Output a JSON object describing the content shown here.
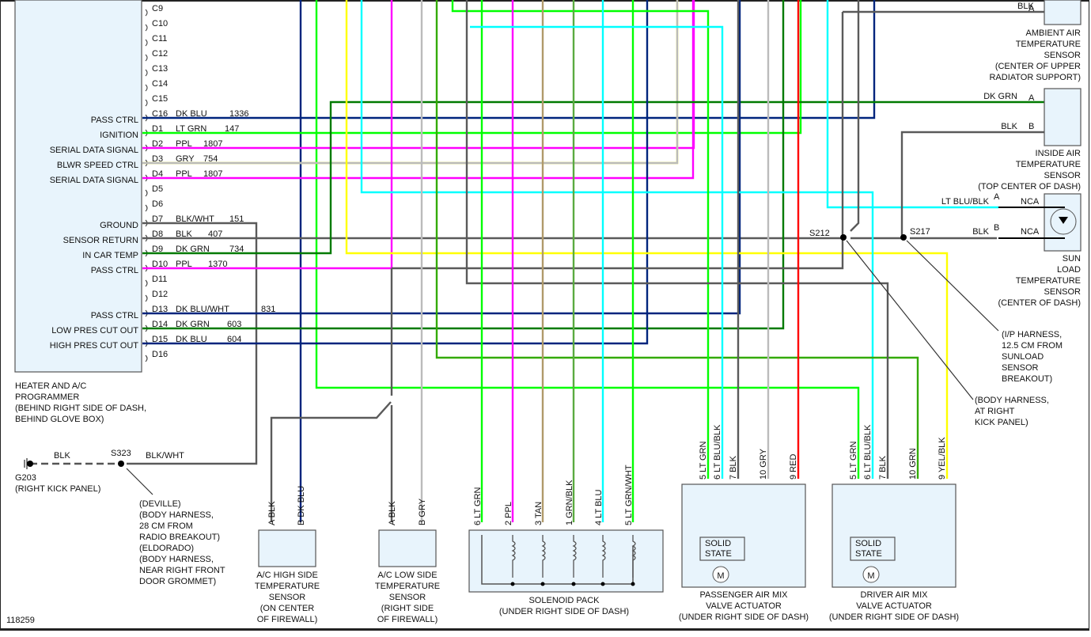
{
  "diagram_id": "118259",
  "programmer": {
    "title_lines": [
      "HEATER AND A/C",
      "PROGRAMMER",
      "(BEHIND RIGHT SIDE OF DASH,",
      "BEHIND GLOVE BOX)"
    ],
    "pins": [
      {
        "pin": "C9",
        "func": "",
        "color": "",
        "circuit": ""
      },
      {
        "pin": "C10",
        "func": "",
        "color": "",
        "circuit": ""
      },
      {
        "pin": "C11",
        "func": "",
        "color": "",
        "circuit": ""
      },
      {
        "pin": "C12",
        "func": "",
        "color": "",
        "circuit": ""
      },
      {
        "pin": "C13",
        "func": "",
        "color": "",
        "circuit": ""
      },
      {
        "pin": "C14",
        "func": "",
        "color": "",
        "circuit": ""
      },
      {
        "pin": "C15",
        "func": "",
        "color": "",
        "circuit": ""
      },
      {
        "pin": "C16",
        "func": "PASS CTRL",
        "color": "DK BLU",
        "circuit": "1336"
      },
      {
        "pin": "D1",
        "func": "IGNITION",
        "color": "LT GRN",
        "circuit": "147"
      },
      {
        "pin": "D2",
        "func": "SERIAL DATA SIGNAL",
        "color": "PPL",
        "circuit": "1807"
      },
      {
        "pin": "D3",
        "func": "BLWR SPEED CTRL",
        "color": "GRY",
        "circuit": "754"
      },
      {
        "pin": "D4",
        "func": "SERIAL DATA SIGNAL",
        "color": "PPL",
        "circuit": "1807"
      },
      {
        "pin": "D5",
        "func": "",
        "color": "",
        "circuit": ""
      },
      {
        "pin": "D6",
        "func": "",
        "color": "",
        "circuit": ""
      },
      {
        "pin": "D7",
        "func": "GROUND",
        "color": "BLK/WHT",
        "circuit": "151"
      },
      {
        "pin": "D8",
        "func": "SENSOR RETURN",
        "color": "BLK",
        "circuit": "407"
      },
      {
        "pin": "D9",
        "func": "IN CAR TEMP",
        "color": "DK GRN",
        "circuit": "734"
      },
      {
        "pin": "D10",
        "func": "PASS CTRL",
        "color": "PPL",
        "circuit": "1370"
      },
      {
        "pin": "D11",
        "func": "",
        "color": "",
        "circuit": ""
      },
      {
        "pin": "D12",
        "func": "",
        "color": "",
        "circuit": ""
      },
      {
        "pin": "D13",
        "func": "PASS CTRL",
        "color": "DK BLU/WHT",
        "circuit": "831"
      },
      {
        "pin": "D14",
        "func": "LOW PRES CUT OUT",
        "color": "DK GRN",
        "circuit": "603"
      },
      {
        "pin": "D15",
        "func": "HIGH PRES CUT OUT",
        "color": "DK BLU",
        "circuit": "604"
      },
      {
        "pin": "D16",
        "func": "",
        "color": "",
        "circuit": ""
      }
    ]
  },
  "ground": {
    "ground_id": "G203",
    "ground_loc": "(RIGHT KICK PANEL)",
    "wire_left": "BLK",
    "splice": "S323",
    "wire_right": "BLK/WHT",
    "note_lines": [
      "(DEVILLE)",
      "(BODY HARNESS,",
      "28 CM FROM",
      "RADIO BREAKOUT)",
      "(ELDORADO)",
      "(BODY HARNESS,",
      "NEAR RIGHT FRONT",
      "DOOR GROMMET)"
    ]
  },
  "sensors": {
    "ambient": {
      "wire": "BLK",
      "pin": "A",
      "lines": [
        "AMBIENT AIR",
        "TEMPERATURE",
        "SENSOR",
        "(CENTER OF UPPER",
        "RADIATOR SUPPORT)"
      ]
    },
    "inside": {
      "wireA": "DK GRN",
      "pinA": "A",
      "wireB": "BLK",
      "pinB": "B",
      "lines": [
        "INSIDE AIR",
        "TEMPERATURE",
        "SENSOR",
        "(TOP CENTER OF DASH)"
      ]
    },
    "sunload": {
      "wireA": "LT BLU/BLK",
      "pinA": "A",
      "wireB": "BLK",
      "pinB": "B",
      "nca": "NCA",
      "lines": [
        "SUN",
        "LOAD",
        "TEMPERATURE",
        "SENSOR",
        "(CENTER OF DASH)"
      ]
    },
    "high_side": {
      "pins": [
        {
          "pin": "A",
          "color": "BLK"
        },
        {
          "pin": "B",
          "color": "DK BLU"
        }
      ],
      "lines": [
        "A/C HIGH SIDE",
        "TEMPERATURE",
        "SENSOR",
        "(ON CENTER",
        "OF FIREWALL)"
      ]
    },
    "low_side": {
      "pins": [
        {
          "pin": "A",
          "color": "BLK"
        },
        {
          "pin": "B",
          "color": "GRY"
        }
      ],
      "lines": [
        "A/C LOW SIDE",
        "TEMPERATURE",
        "SENSOR",
        "(RIGHT SIDE",
        "OF FIREWALL)"
      ]
    }
  },
  "splices": {
    "s212": "S212",
    "s217": "S217",
    "s217_note": [
      "(I/P HARNESS,",
      "12.5 CM FROM",
      "SUNLOAD",
      "SENSOR",
      "BREAKOUT)"
    ],
    "s212_note": [
      "(BODY HARNESS,",
      "AT RIGHT",
      "KICK PANEL)"
    ]
  },
  "solenoid_pack": {
    "pins": [
      {
        "pin": "6",
        "color": "LT GRN"
      },
      {
        "pin": "2",
        "color": "PPL"
      },
      {
        "pin": "3",
        "color": "TAN"
      },
      {
        "pin": "1",
        "color": "GRN/BLK"
      },
      {
        "pin": "4",
        "color": "LT BLU"
      },
      {
        "pin": "5",
        "color": "LT GRN/WHT"
      }
    ],
    "lines": [
      "SOLENOID PACK",
      "(UNDER RIGHT SIDE OF DASH)"
    ]
  },
  "passenger_actuator": {
    "pins": [
      {
        "pin": "5",
        "color": "LT GRN"
      },
      {
        "pin": "6",
        "color": "LT BLU/BLK"
      },
      {
        "pin": "7",
        "color": "BLK"
      },
      {
        "pin": "10",
        "color": "GRY"
      },
      {
        "pin": "9",
        "color": "RED"
      }
    ],
    "solid_state": [
      "SOLID",
      "STATE"
    ],
    "motor": "M",
    "lines": [
      "PASSENGER AIR MIX",
      "VALVE ACTUATOR",
      "(UNDER RIGHT SIDE OF DASH)"
    ]
  },
  "driver_actuator": {
    "pins": [
      {
        "pin": "5",
        "color": "LT GRN"
      },
      {
        "pin": "6",
        "color": "LT BLU/BLK"
      },
      {
        "pin": "7",
        "color": "BLK"
      },
      {
        "pin": "10",
        "color": "GRN"
      },
      {
        "pin": "9",
        "color": "YEL/BLK"
      }
    ],
    "solid_state": [
      "SOLID",
      "STATE"
    ],
    "motor": "M",
    "lines": [
      "DRIVER AIR MIX",
      "VALVE ACTUATOR",
      "(UNDER RIGHT SIDE OF DASH)"
    ]
  },
  "wire_colors": {
    "dkblu": "#00247d",
    "ltgrn": "#00ff00",
    "ppl": "#ff00ff",
    "gry": "#bbbbbb",
    "yel": "#ffff00",
    "blk": "#5a5a5a",
    "dkgrn": "#007a00",
    "grn": "#33aa00",
    "grnblk": "#5aaa40",
    "tan": "#b09a6a",
    "ltblu": "#00ffff",
    "red": "#ff0000"
  }
}
